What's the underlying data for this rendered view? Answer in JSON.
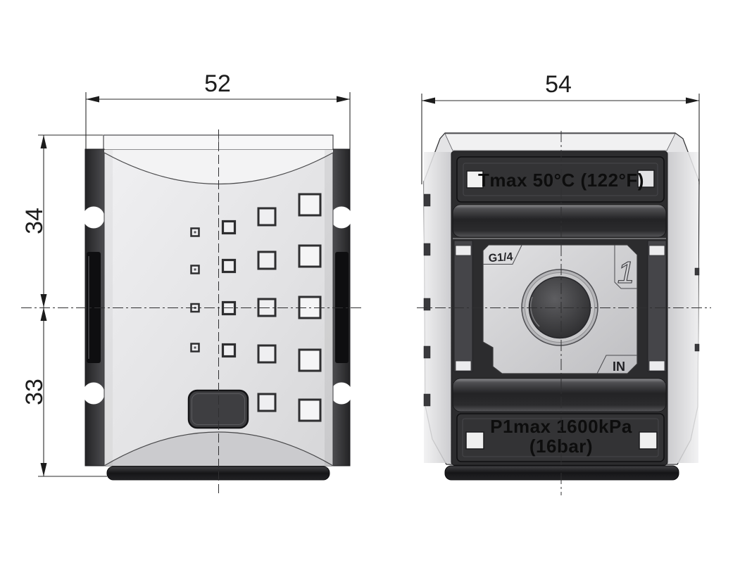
{
  "drawing_title": "pneumatic-module-two-view-drawing",
  "front_view": {
    "dimensions": {
      "width": "52",
      "height_upper": "34",
      "height_lower": "33"
    }
  },
  "side_view": {
    "dimensions": {
      "width": "54"
    },
    "labels": {
      "temperature": "Tmax 50°C (122°F)",
      "thread": "G1/4",
      "port_number": "1",
      "port_direction": "IN",
      "pressure_line1": "P1max 1600kPa",
      "pressure_line2": "(16bar)"
    }
  },
  "colors": {
    "background": "#ffffff",
    "line": "#2b2b2b",
    "dark_body": "#2e2e30",
    "light_face": "#e9e9eb",
    "plate": "#d2d2d4",
    "label_square": "#f2f2f2"
  }
}
